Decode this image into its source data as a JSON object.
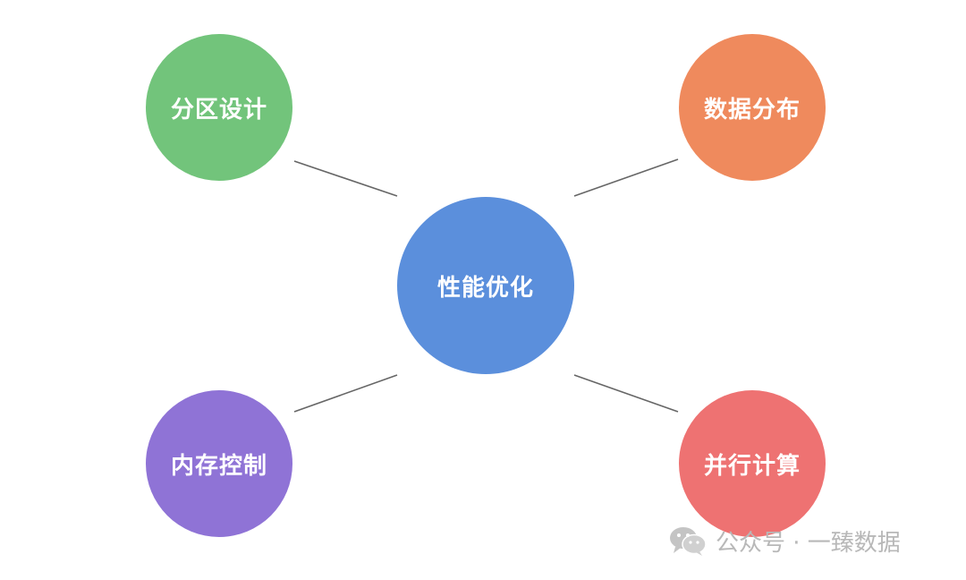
{
  "center": {
    "label": "性能优化",
    "color": "#5b8fdc"
  },
  "nodes": [
    {
      "label": "分区设计",
      "color": "#72c47b"
    },
    {
      "label": "数据分布",
      "color": "#ef8a5d"
    },
    {
      "label": "内存控制",
      "color": "#8f73d6"
    },
    {
      "label": "并行计算",
      "color": "#ee7272"
    }
  ],
  "connector_color": "#666666",
  "watermark": {
    "text": "公众号 · 一臻数据",
    "icon": "wechat-icon"
  }
}
